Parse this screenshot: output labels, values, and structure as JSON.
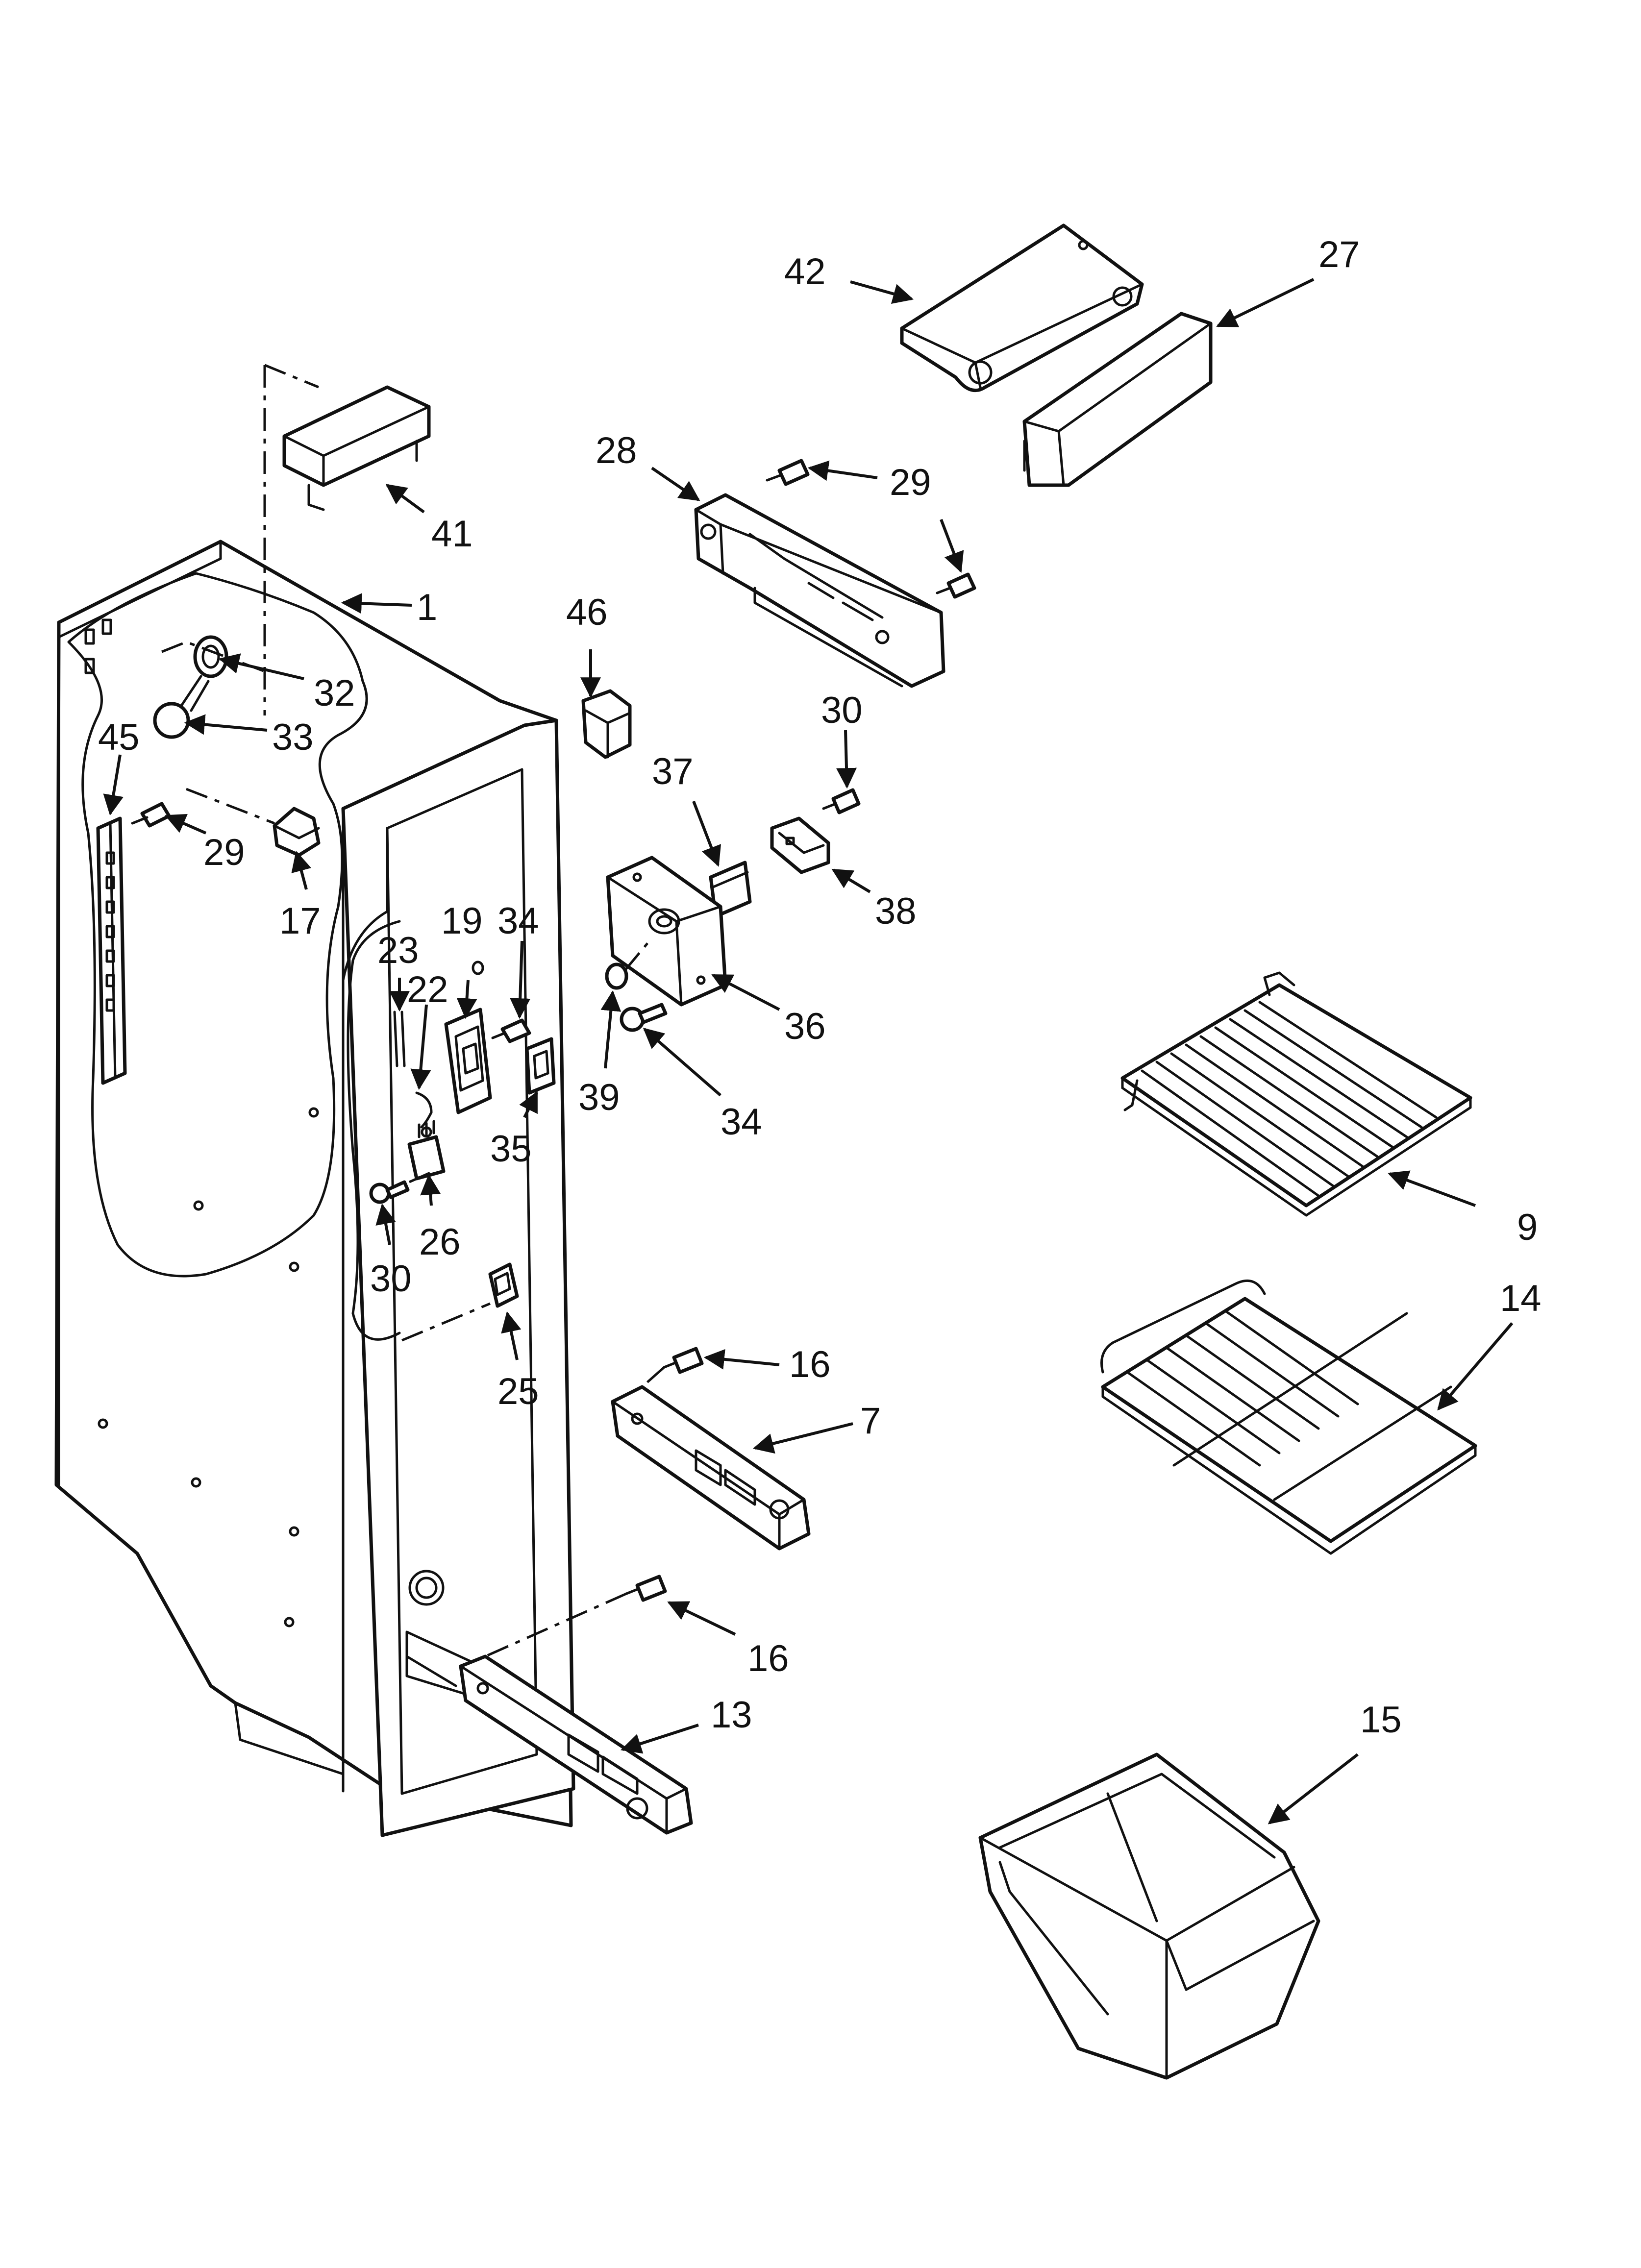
{
  "diagram": {
    "callouts": [
      {
        "id": "c1",
        "text": "1"
      },
      {
        "id": "c7",
        "text": "7"
      },
      {
        "id": "c9",
        "text": "9"
      },
      {
        "id": "c13",
        "text": "13"
      },
      {
        "id": "c14",
        "text": "14"
      },
      {
        "id": "c15",
        "text": "15"
      },
      {
        "id": "c16a",
        "text": "16"
      },
      {
        "id": "c16b",
        "text": "16"
      },
      {
        "id": "c17",
        "text": "17"
      },
      {
        "id": "c19",
        "text": "19"
      },
      {
        "id": "c22",
        "text": "22"
      },
      {
        "id": "c23",
        "text": "23"
      },
      {
        "id": "c25",
        "text": "25"
      },
      {
        "id": "c26",
        "text": "26"
      },
      {
        "id": "c27",
        "text": "27"
      },
      {
        "id": "c28",
        "text": "28"
      },
      {
        "id": "c29a",
        "text": "29"
      },
      {
        "id": "c29b",
        "text": "29"
      },
      {
        "id": "c30a",
        "text": "30"
      },
      {
        "id": "c30b",
        "text": "30"
      },
      {
        "id": "c32",
        "text": "32"
      },
      {
        "id": "c33",
        "text": "33"
      },
      {
        "id": "c34a",
        "text": "34"
      },
      {
        "id": "c34b",
        "text": "34"
      },
      {
        "id": "c35",
        "text": "35"
      },
      {
        "id": "c36",
        "text": "36"
      },
      {
        "id": "c37",
        "text": "37"
      },
      {
        "id": "c38",
        "text": "38"
      },
      {
        "id": "c39",
        "text": "39"
      },
      {
        "id": "c41",
        "text": "41"
      },
      {
        "id": "c42",
        "text": "42"
      },
      {
        "id": "c45",
        "text": "45"
      },
      {
        "id": "c46",
        "text": "46"
      }
    ]
  }
}
